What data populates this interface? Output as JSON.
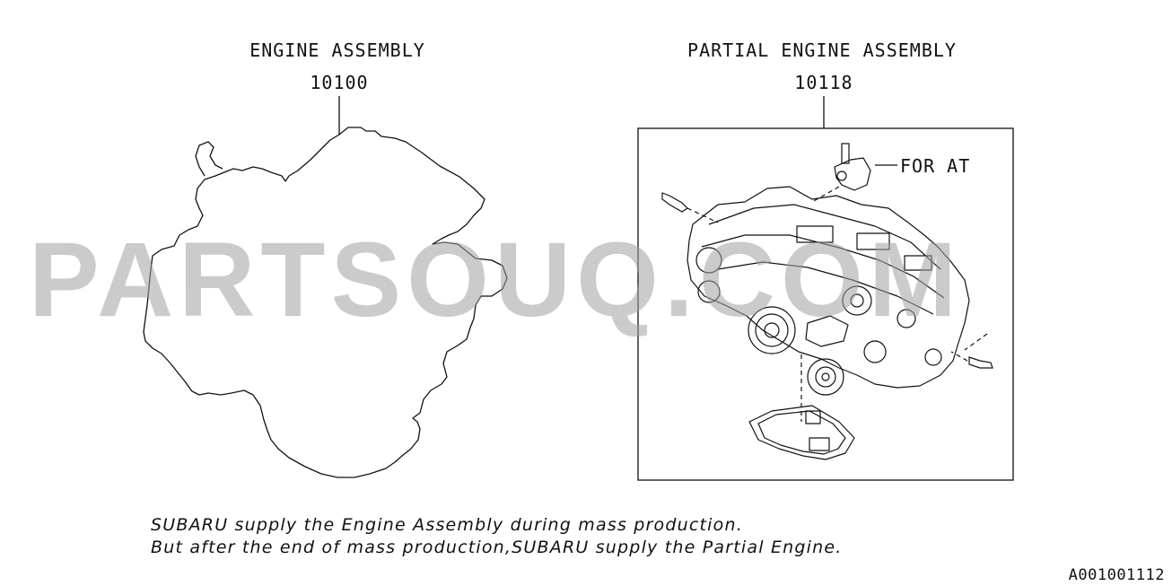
{
  "diagram": {
    "left": {
      "title": "ENGINE ASSEMBLY",
      "part_number": "10100"
    },
    "right": {
      "title": "PARTIAL ENGINE ASSEMBLY",
      "part_number": "10118",
      "callout": "FOR AT"
    },
    "notes": [
      "SUBARU supply the Engine Assembly during mass production.",
      "But after the end of mass production,SUBARU supply the Partial Engine."
    ],
    "reference_code": "A001001112"
  },
  "watermark": {
    "text": "PARTSOUQ.COM",
    "color": "#a0a0a0"
  }
}
